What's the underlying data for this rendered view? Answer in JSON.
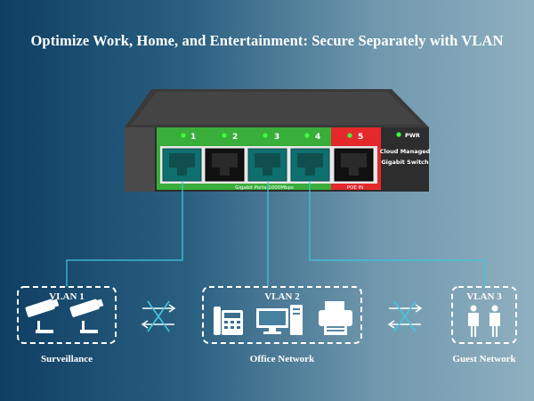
{
  "headline": "Optimize Work, Home, and Entertainment: Secure Separately with VLAN",
  "switch": {
    "ports": [
      "1",
      "2",
      "3",
      "4",
      "5"
    ],
    "pwr_label": "PWR",
    "model_line1": "Cloud Managed",
    "model_line2": "Gigabit Switch",
    "gigabit_label": "Gigabit Ports:1000Mbps",
    "poe_label": "POE IN",
    "colors": {
      "green_panel": "#3aae3a",
      "red_panel": "#e5292b",
      "body": "#2d2d2d",
      "led": "#3cff3c"
    }
  },
  "groups": [
    {
      "title": "VLAN 1",
      "caption": "Surveillance",
      "icons": [
        "camera-icon",
        "camera-icon"
      ]
    },
    {
      "title": "VLAN 2",
      "caption": "Office Network",
      "icons": [
        "phone-icon",
        "computer-icon",
        "printer-icon"
      ]
    },
    {
      "title": "VLAN 3",
      "caption": "Guest Network",
      "icons": [
        "person-icon",
        "person-icon"
      ]
    }
  ],
  "separators": [
    "crossed-arrows-icon",
    "crossed-arrows-icon"
  ]
}
